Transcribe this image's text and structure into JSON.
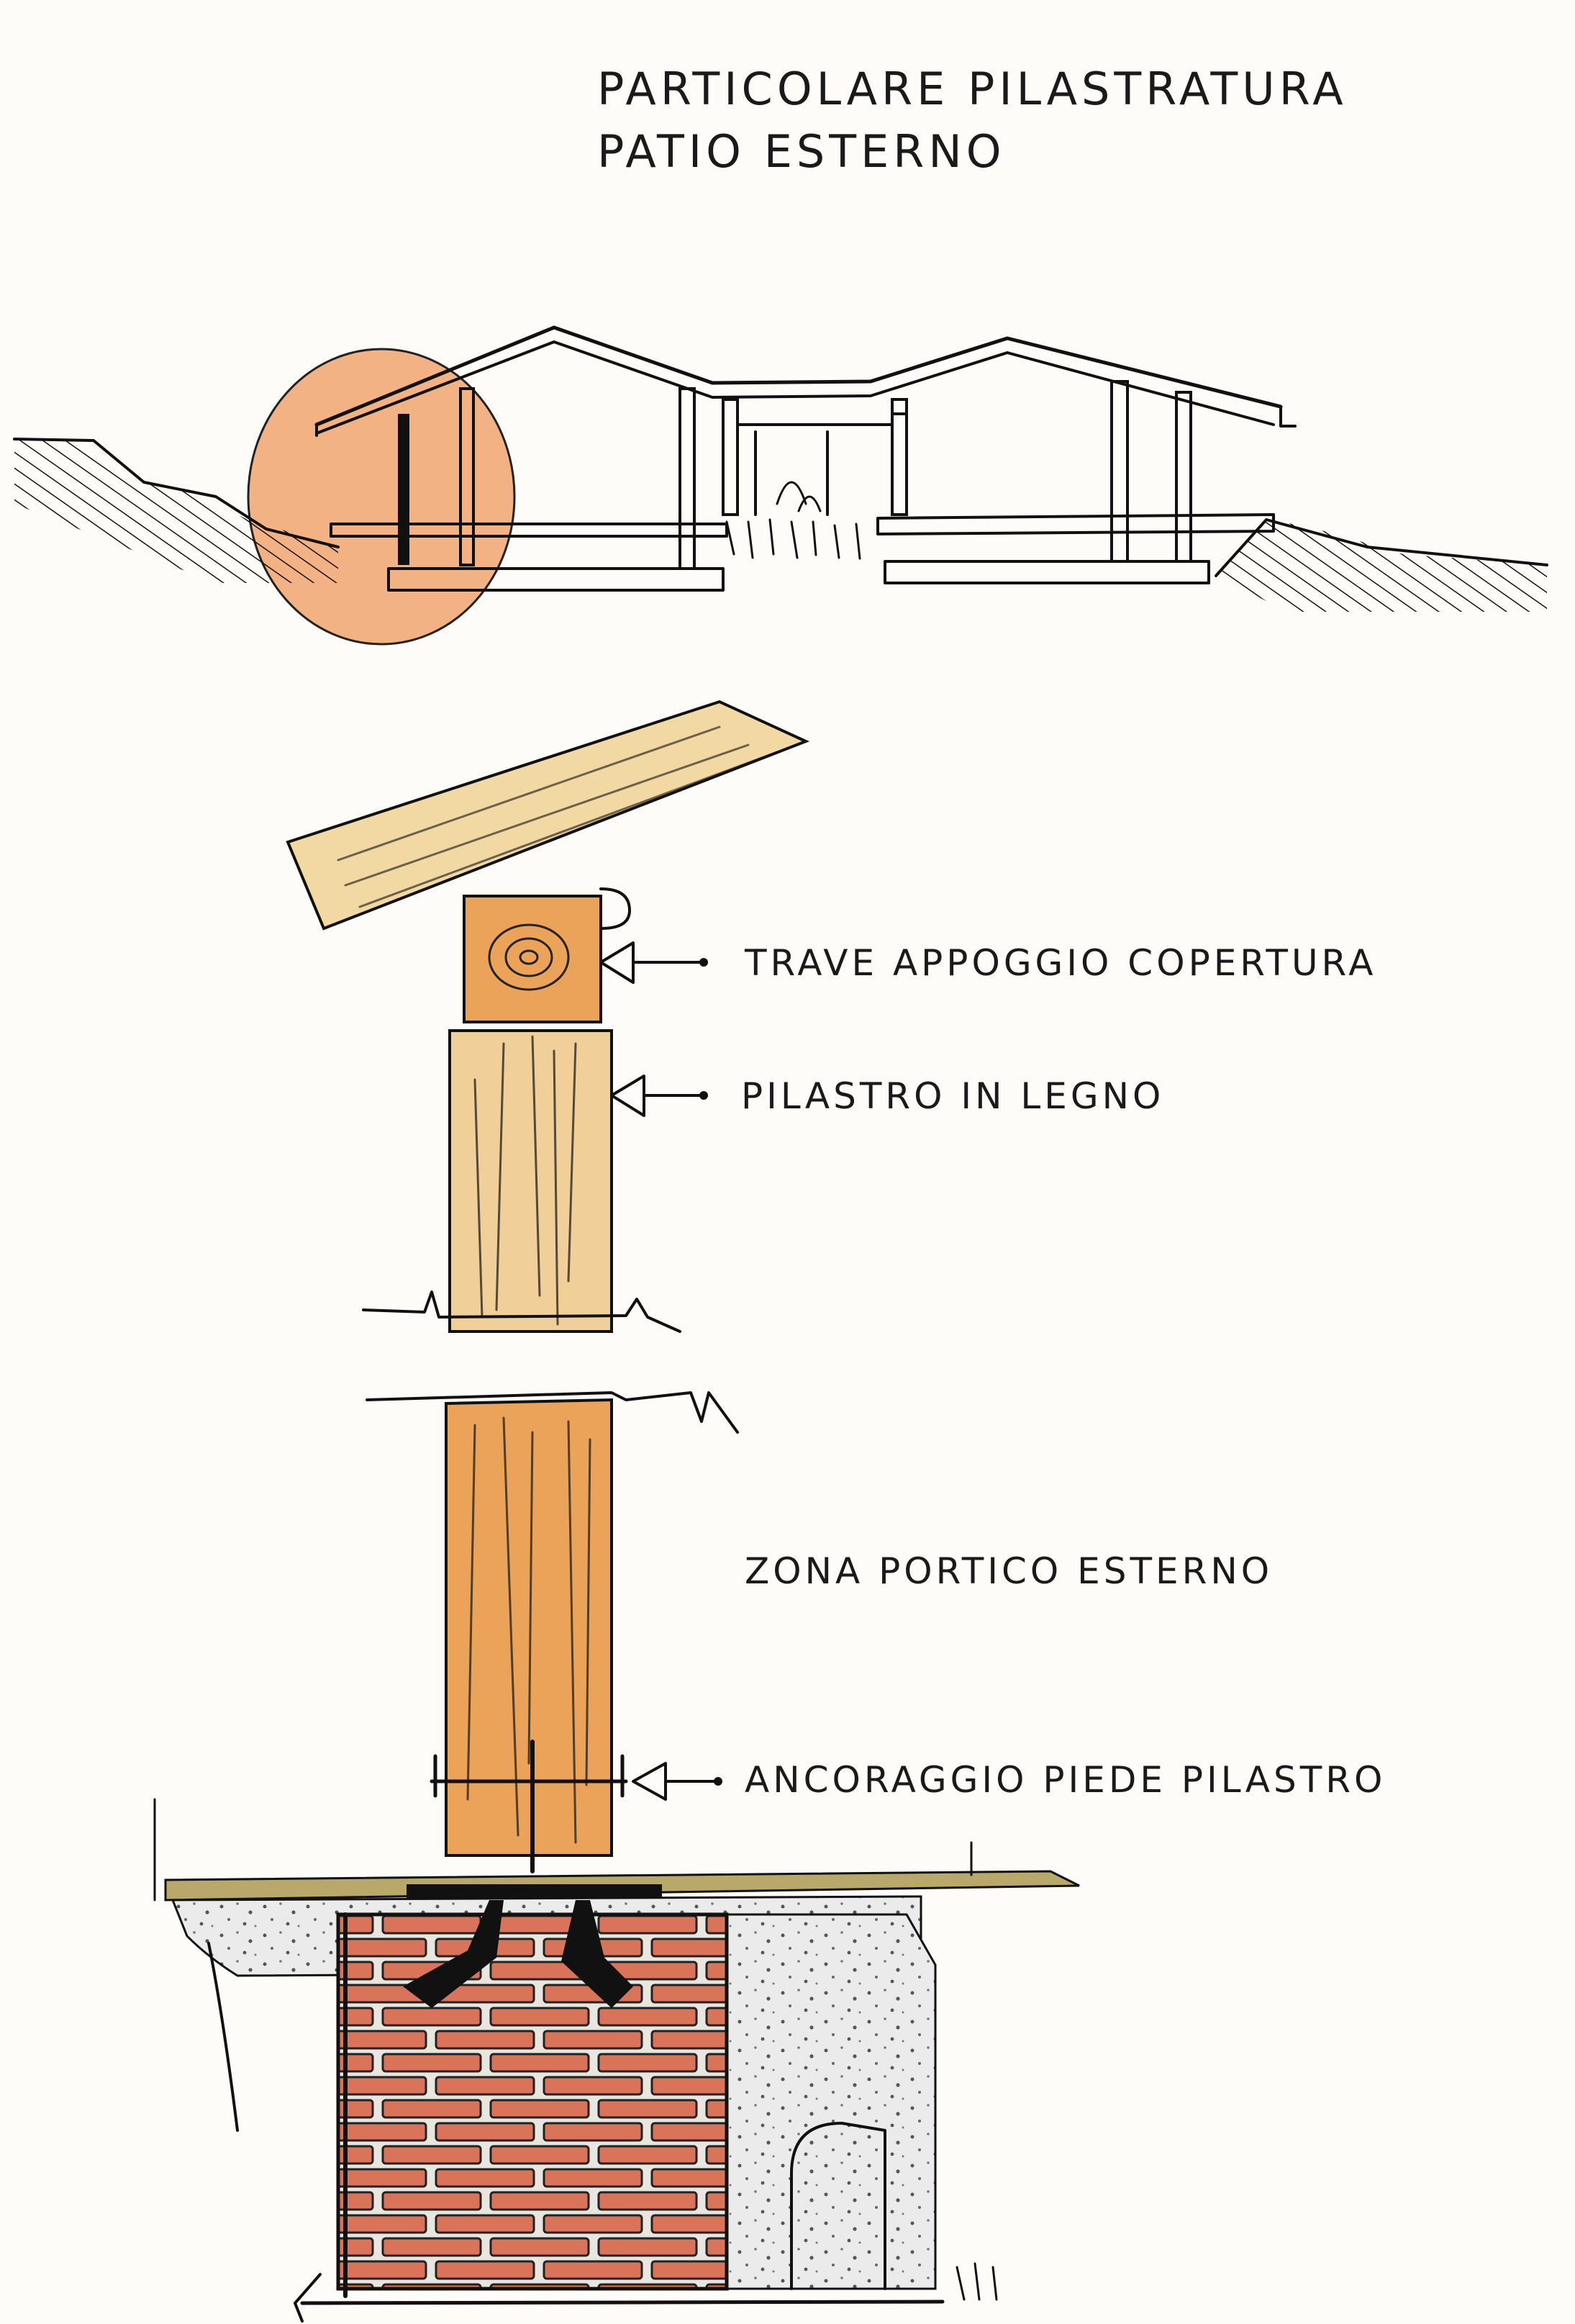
{
  "title": {
    "line1": "PARTICOLARE PILASTRATURA",
    "line2": "PATIO ESTERNO"
  },
  "labels": {
    "beam": "TRAVE APPOGGIO COPERTURA",
    "pillar": "PILASTRO IN LEGNO",
    "zone": "ZONA PORTICO ESTERNO",
    "anchor": "ANCORAGGIO PIEDE PILASTRO"
  },
  "colors": {
    "ink": "#111111",
    "wood_light": "#f2d9a4",
    "wood_orange": "#e9a35b",
    "detail_circle": "#ee9a5e",
    "brick": "#d9735a",
    "floor": "#b8a86a",
    "concrete": "#e4e4e4"
  }
}
